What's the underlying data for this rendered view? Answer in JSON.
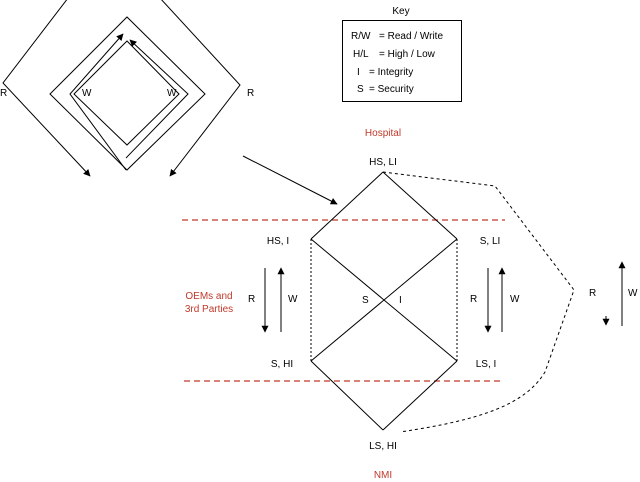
{
  "key": {
    "title": "Key",
    "rows": [
      {
        "abbr": "R/W",
        "def": "= Read / Write"
      },
      {
        "abbr": "H/L",
        "def": "= High / Low"
      },
      {
        "abbr": "I",
        "def": "= Integrity"
      },
      {
        "abbr": "S",
        "def": "= Security"
      }
    ]
  },
  "small_diagram": {
    "left_label": "R",
    "right_label": "R",
    "inner_left_label": "W",
    "inner_right_label": "W"
  },
  "lattice": {
    "top_group": "Hospital",
    "bottom_group": "NMI",
    "middle_group_line1": "OEMs and",
    "middle_group_line2": "3rd Parties",
    "nodes": {
      "top": "HS, LI",
      "upper_left": "HS, I",
      "upper_right": "S, LI",
      "lower_left": "S, HI",
      "lower_right": "LS, I",
      "bottom": "LS, HI"
    },
    "center_left": "S",
    "center_right": "I",
    "left_arrows": {
      "read": "R",
      "write": "W"
    },
    "right_arrows": {
      "read": "R",
      "write": "W"
    },
    "far_right_arrows": {
      "read": "R",
      "write": "W"
    }
  },
  "colors": {
    "accent": "#c0392b",
    "line": "#000000"
  }
}
